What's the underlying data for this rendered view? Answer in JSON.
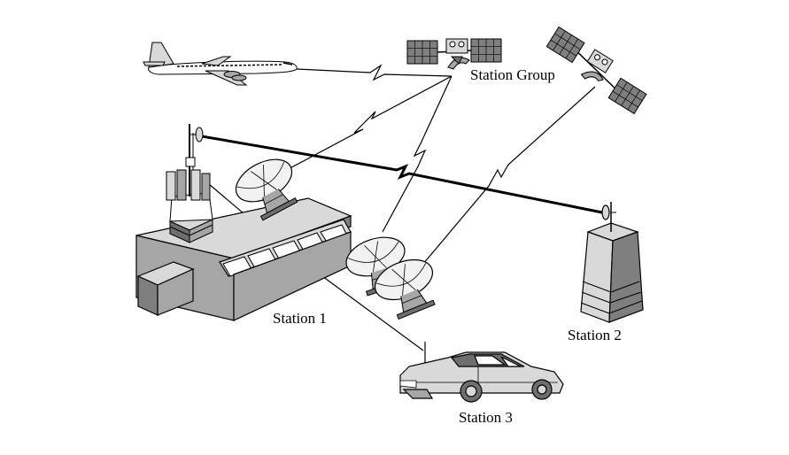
{
  "labels": {
    "station_group": "Station Group",
    "station_1": "Station 1",
    "station_2": "Station 2",
    "station_3": "Station 3"
  },
  "colors": {
    "ink": "#000000",
    "light_gray": "#d9d9d9",
    "mid_gray": "#a6a6a6",
    "dark_gray": "#6e6e6e",
    "panel": "#7f7f7f",
    "white": "#ffffff"
  },
  "icons": [
    "airplane-icon",
    "satellite-icon",
    "radio-tower-icon",
    "satellite-dish-icon",
    "building-icon",
    "antenna-pillar-icon",
    "car-icon"
  ]
}
